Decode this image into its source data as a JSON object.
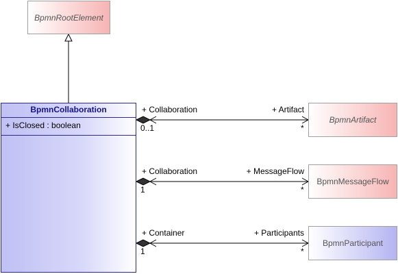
{
  "classes": {
    "root": {
      "name": "BpmnRootElement"
    },
    "collaboration": {
      "name": "BpmnCollaboration",
      "attribute": "+ IsClosed : boolean"
    },
    "artifact": {
      "name": "BpmnArtifact"
    },
    "message_flow": {
      "name": "BpmnMessageFlow"
    },
    "participant": {
      "name": "BpmnParticipant"
    }
  },
  "associations": [
    {
      "source_role": "+ Collaboration",
      "source_mult": "0..1",
      "target_role": "+ Artifact",
      "target_mult": "*"
    },
    {
      "source_role": "+ Collaboration",
      "source_mult": "1",
      "target_role": "+ MessageFlow",
      "target_mult": "*"
    },
    {
      "source_role": "+ Container",
      "source_mult": "1",
      "target_role": "+ Participants",
      "target_mult": "*"
    }
  ]
}
